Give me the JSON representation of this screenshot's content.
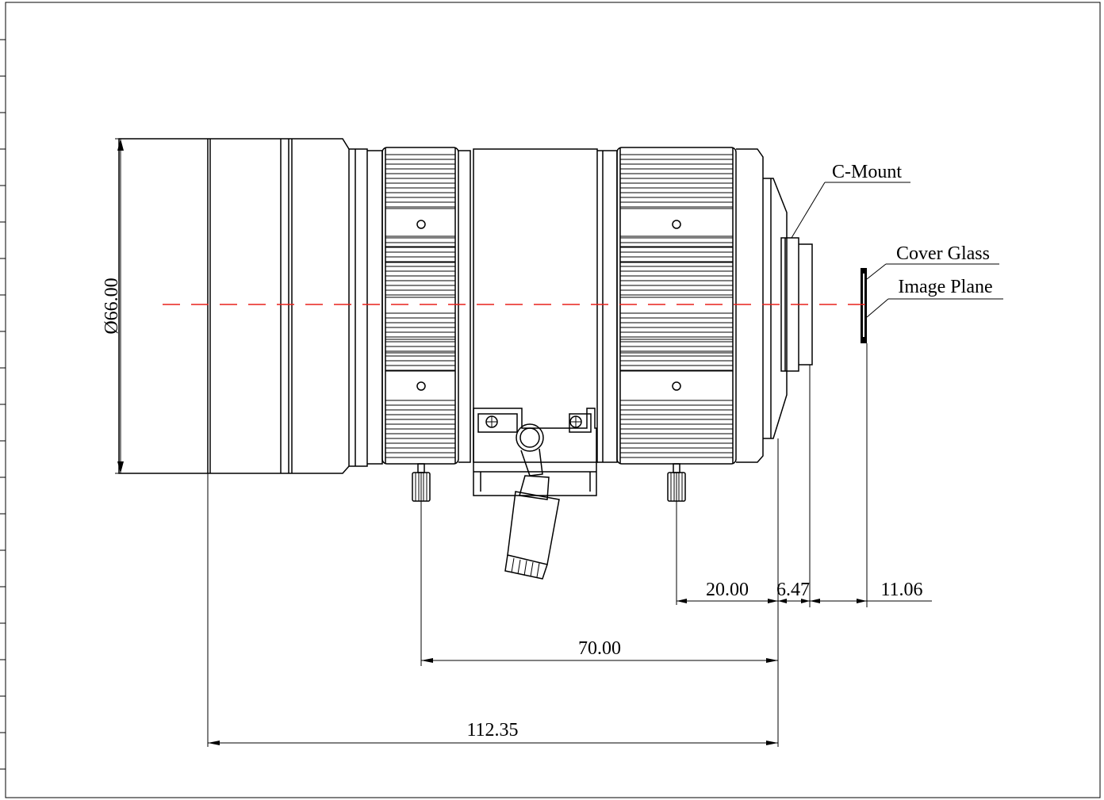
{
  "colors": {
    "line": "#000000",
    "axis": "#e8201c",
    "background": "#ffffff"
  },
  "dims": {
    "diameter": "Ø66.00",
    "d20": "20.00",
    "d647": "6.47",
    "d1106": "11.06",
    "d70": "70.00",
    "d11235": "112.35"
  },
  "labels": {
    "cmount": "C-Mount",
    "cover_glass": "Cover Glass",
    "image_plane": "Image Plane"
  }
}
